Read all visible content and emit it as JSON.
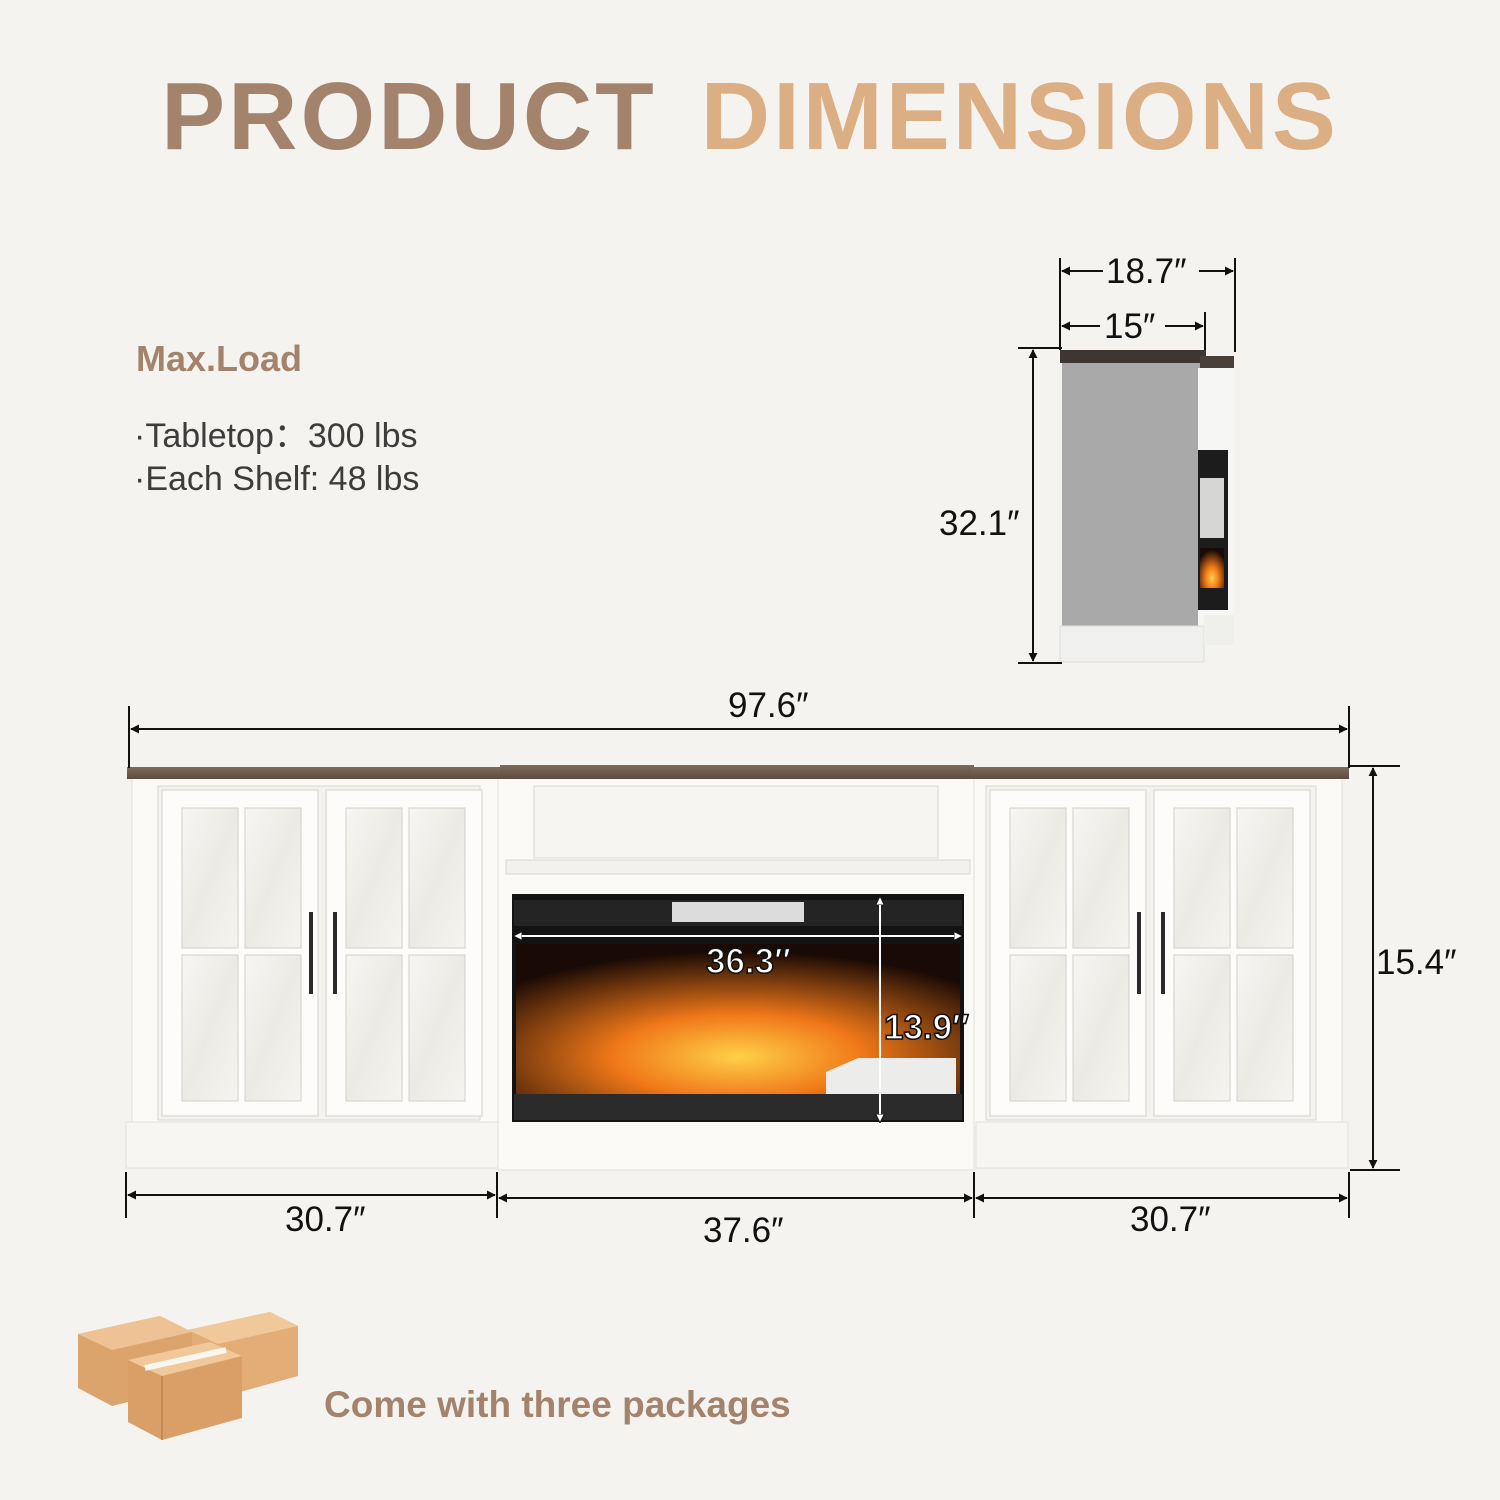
{
  "title": {
    "word1": "PRODUCT",
    "word2": "DIMENSIONS"
  },
  "max_load": {
    "heading": "Max.Load",
    "items": [
      "·Tabletop：300 lbs",
      "·Each Shelf: 48 lbs"
    ]
  },
  "dimensions": {
    "side_depth_total": "18.7″",
    "side_depth_body": "15″",
    "side_height": "32.1″",
    "overall_width": "97.6″",
    "unit_height": "15.4″",
    "fireplace_width": "36.3″",
    "fireplace_height": "13.9″",
    "left_cabinet_width": "30.7″",
    "center_width": "37.6″",
    "right_cabinet_width": "30.7″"
  },
  "packages": {
    "label": "Come with three packages"
  },
  "colors": {
    "title_primary": "#a4836d",
    "title_accent": "#dcae84",
    "background": "#f5f3ef",
    "wood_top": "#6e5d4f",
    "cabinet_white": "#fbfaf7"
  }
}
